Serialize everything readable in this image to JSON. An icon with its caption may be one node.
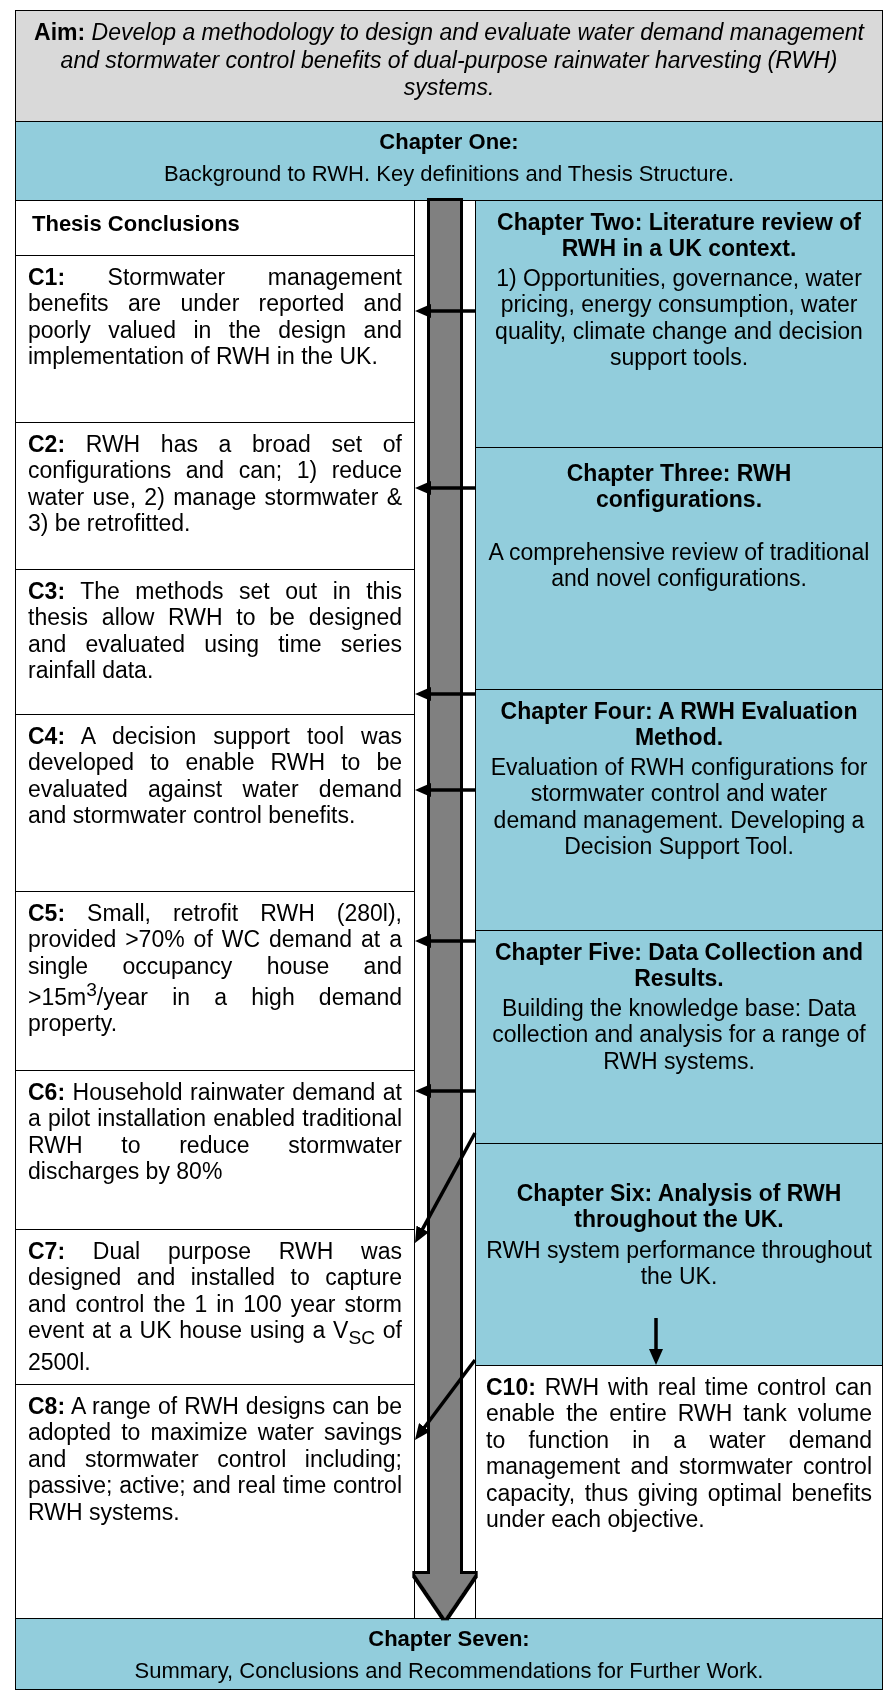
{
  "diagram": {
    "nodes": [
      {
        "text": [
          "**Aim:** *Develop a methodology to design and evaluate water demand management and stormwater control benefits of dual-purpose rainwater harvesting (RWH) systems.*"
        ]
      },
      {
        "text": [
          "Chapter One:",
          "Background to RWH. Key definitions and Thesis Structure."
        ]
      },
      {
        "text": [
          "Thesis Conclusions"
        ]
      },
      {
        "text": [
          "**C1:** Stormwater management benefits are under reported and poorly valued in the design and implementation of RWH in the UK."
        ]
      },
      {
        "text": [
          "**C2:** RWH has a broad set of configurations and can; 1) reduce water use, 2) manage stormwater & 3) be retrofitted."
        ]
      },
      {
        "text": [
          "**C3:** The methods set out in this thesis allow RWH to be designed and evaluated using time series rainfall data."
        ]
      },
      {
        "text": [
          "**C4:** A decision support tool was developed to enable RWH to be evaluated against water demand and stormwater control benefits."
        ]
      },
      {
        "text": [
          "**C5:** Small, retrofit RWH (280l), provided >70% of WC demand at a single occupancy house and >15m$^{3}$/year in a high demand property."
        ]
      },
      {
        "text": [
          "**C6:** Household rainwater demand at a pilot installation enabled traditional RWH to reduce stormwater discharges by 80%"
        ]
      },
      {
        "text": [
          "**C7:** Dual purpose RWH was designed and installed to capture and control the 1 in 100 year storm event at a UK house using a V$_{SC}$ of 2500l."
        ]
      },
      {
        "text": [
          "**C8:** A range of RWH designs can be adopted to maximize water savings and stormwater control including; passive; active; and real time control RWH systems."
        ]
      },
      {
        "text": [
          "Chapter Two: Literature review of RWH in a UK context.",
          "1) Opportunities, governance, water pricing, energy consumption, water quality, climate change and decision support tools."
        ]
      },
      {
        "text": [
          "Chapter Three: RWH configurations.",
          "A comprehensive review of traditional and novel configurations."
        ]
      },
      {
        "text": [
          "Chapter Four: A RWH Evaluation Method.",
          "Evaluation of RWH configurations for stormwater control and water demand management. Developing a Decision Support Tool."
        ]
      },
      {
        "text": [
          "Chapter Five: Data Collection and Results.",
          "Building the knowledge base: Data collection and analysis for a range of RWH systems."
        ]
      },
      {
        "text": [
          "Chapter Six: Analysis of RWH throughout the UK.",
          "RWH system performance throughout the UK."
        ]
      },
      {
        "text": [
          "**C10:** RWH with real time control can enable the entire RWH tank volume to function in a water demand management and stormwater control capacity, thus giving optimal benefits under each objective."
        ]
      },
      {
        "text": [
          "Chapter Seven:",
          "Summary, Conclusions and Recommendations for Further Work."
        ]
      }
    ],
    "edges": [
      {
        "from": 11,
        "to": 3,
        "arrow": "to"
      },
      {
        "from": 12,
        "to": 4,
        "arrow": "to"
      },
      {
        "from": 13,
        "to": 5,
        "arrow": "to"
      },
      {
        "from": 13,
        "to": 6,
        "arrow": "to"
      },
      {
        "from": 14,
        "to": 7,
        "arrow": "to"
      },
      {
        "from": 14,
        "to": 8,
        "arrow": "to"
      },
      {
        "from": 14,
        "to": 9,
        "arrow": "to"
      },
      {
        "from": 15,
        "to": 10,
        "arrow": "to"
      },
      {
        "from": 15,
        "to": 16,
        "arrow": "to"
      },
      {
        "from": 1,
        "to": 17,
        "arrow": "to",
        "style": "thick",
        "color": "#808080"
      }
    ]
  }
}
